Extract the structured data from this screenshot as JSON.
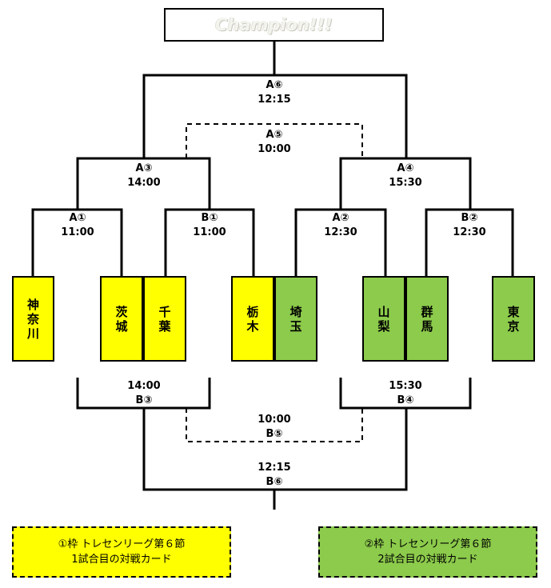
{
  "champion": {
    "label": "Champion!!!"
  },
  "upper": {
    "a1": {
      "code": "A①",
      "time": "11:00"
    },
    "b1": {
      "code": "B①",
      "time": "11:00"
    },
    "a2": {
      "code": "A②",
      "time": "12:30"
    },
    "b2": {
      "code": "B②",
      "time": "12:30"
    },
    "a3": {
      "code": "A③",
      "time": "14:00"
    },
    "a4": {
      "code": "A④",
      "time": "15:30"
    },
    "a5": {
      "code": "A⑤",
      "time": "10:00"
    },
    "a6": {
      "code": "A⑥",
      "time": "12:15"
    }
  },
  "lower": {
    "b3": {
      "code": "B③",
      "time": "14:00"
    },
    "b4": {
      "code": "B④",
      "time": "15:30"
    },
    "b5": {
      "code": "B⑤",
      "time": "10:00"
    },
    "b6": {
      "code": "B⑥",
      "time": "12:15"
    }
  },
  "teams": [
    {
      "name": [
        "神",
        "奈",
        "川"
      ],
      "color": "yellow"
    },
    {
      "name": [
        "茨",
        "城"
      ],
      "color": "yellow"
    },
    {
      "name": [
        "千",
        "葉"
      ],
      "color": "yellow"
    },
    {
      "name": [
        "栃",
        "木"
      ],
      "color": "yellow"
    },
    {
      "name": [
        "埼",
        "玉"
      ],
      "color": "green"
    },
    {
      "name": [
        "山",
        "梨"
      ],
      "color": "green"
    },
    {
      "name": [
        "群",
        "馬"
      ],
      "color": "green"
    },
    {
      "name": [
        "東",
        "京"
      ],
      "color": "green"
    }
  ],
  "colors": {
    "yellow": "#ffff00",
    "green": "#8ccb4b",
    "line": "#000000"
  },
  "notes": [
    {
      "line1": "①枠 トレセンリーグ第６節",
      "line2": "1試合目の対戦カード",
      "color": "yellow"
    },
    {
      "line1": "②枠 トレセンリーグ第６節",
      "line2": "2試合目の対戦カード",
      "color": "green"
    }
  ]
}
